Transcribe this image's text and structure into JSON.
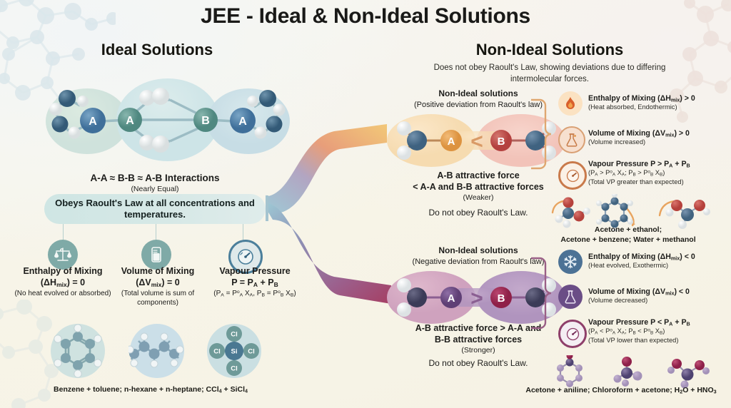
{
  "title": "JEE - Ideal & Non-Ideal Solutions",
  "left": {
    "heading": "Ideal Solutions",
    "interaction_line1": "A-A ≈ B-B ≈ A-B Interactions",
    "interaction_line2": "(Nearly Equal)",
    "banner": "Obeys Raoult's Law at all concentrations and temperatures.",
    "bubble_labels": [
      "A",
      "A",
      "B",
      "A"
    ],
    "properties": [
      {
        "icon": "balance-scale-icon",
        "title_l1": "Enthalpy of Mixing",
        "title_l2": "(ΔHmix) = 0",
        "note": "(No heat evolved or absorbed)"
      },
      {
        "icon": "beaker-icon",
        "title_l1": "Volume of Mixing",
        "title_l2": "(ΔVmix) = 0",
        "note": "(Total volume is sum of components)"
      },
      {
        "icon": "gauge-icon",
        "title_l1": "Vapour Pressure",
        "title_l2": "P = PA + PB",
        "note": "(PA = P°A XA, PB = P°B XB)"
      }
    ],
    "examples_icons": [
      "benzene-molecule",
      "n-heptane-molecule",
      "silicon-tetrachloride-molecule"
    ],
    "sicl4_labels": [
      "Cl",
      "Cl",
      "Cl",
      "Cl",
      "Si"
    ],
    "examples_caption": "Benzene + toluene; n-hexane + n-heptane; CCl4 + SiCl4"
  },
  "right": {
    "heading": "Non-Ideal Solutions",
    "subtitle": "Does not obey Raoult's Law, showing deviations due to differing intermolecular forces.",
    "positive": {
      "label_l1": "Non-Ideal solutions",
      "label_l2": "(Positive deviation from Raoult's law)",
      "bubble_a": "A",
      "bubble_b": "B",
      "operator": "<",
      "force_l1": "A-B attractive force",
      "force_l2": "< A-A and B-B attractive forces",
      "force_l3": "(Weaker)",
      "force_l4": "Do not obey Raoult's Law.",
      "properties": [
        {
          "icon": "flame-icon",
          "title": "Enthalpy of Mixing (ΔHmix) > 0",
          "note": "(Heat absorbed, Endothermic)"
        },
        {
          "icon": "flask-icon",
          "title": "Volume of Mixing (ΔVmix) > 0",
          "note": "(Volume increased)"
        },
        {
          "icon": "gauge-icon",
          "title": "Vapour Pressure P > PA + PB",
          "note_l1": "(PA > P°A XA; PB > P°B XB)",
          "note_l2": "(Total VP greater than expected)"
        }
      ],
      "examples_caption_l1": "Acetone + ethanol;",
      "examples_caption_l2": "Acetone + benzene; Water + methanol"
    },
    "negative": {
      "label_l1": "Non-Ideal solutions",
      "label_l2": "(Negative deviation from Raoult's law)",
      "bubble_a": "A",
      "bubble_b": "B",
      "operator": ">",
      "force_l1": "A-B attractive force > A-A and",
      "force_l2": "B-B attractive forces",
      "force_l3": "(Stronger)",
      "force_l4": "Do not obey Raoult's Law.",
      "properties": [
        {
          "icon": "snowflake-icon",
          "title": "Enthalpy of Mixing (ΔHmix) < 0",
          "note": "(Heat evolved, Exothermic)"
        },
        {
          "icon": "flask-icon",
          "title": "Volume of Mixing (ΔVmix) < 0",
          "note": "(Volume decreased)"
        },
        {
          "icon": "gauge-icon",
          "title": "Vapour Pressure P < PA + PB",
          "note_l1": "(PA < P°A XA; PB < P°B XB)",
          "note_l2": "(Total VP lower than expected)"
        }
      ],
      "examples_caption": "Acetone + aniline; Chloroform + acetone; H2O + HNO3"
    }
  },
  "colors": {
    "background": "#f7f4e9",
    "ideal_teal": "#6f9c9d",
    "ideal_bubble": "#cfe2de",
    "positive_orange": "#e8a33d",
    "positive_red": "#c1504c",
    "negative_purple": "#8a5f92",
    "negative_magenta": "#a63a63",
    "text_dark": "#1d1d1b"
  }
}
